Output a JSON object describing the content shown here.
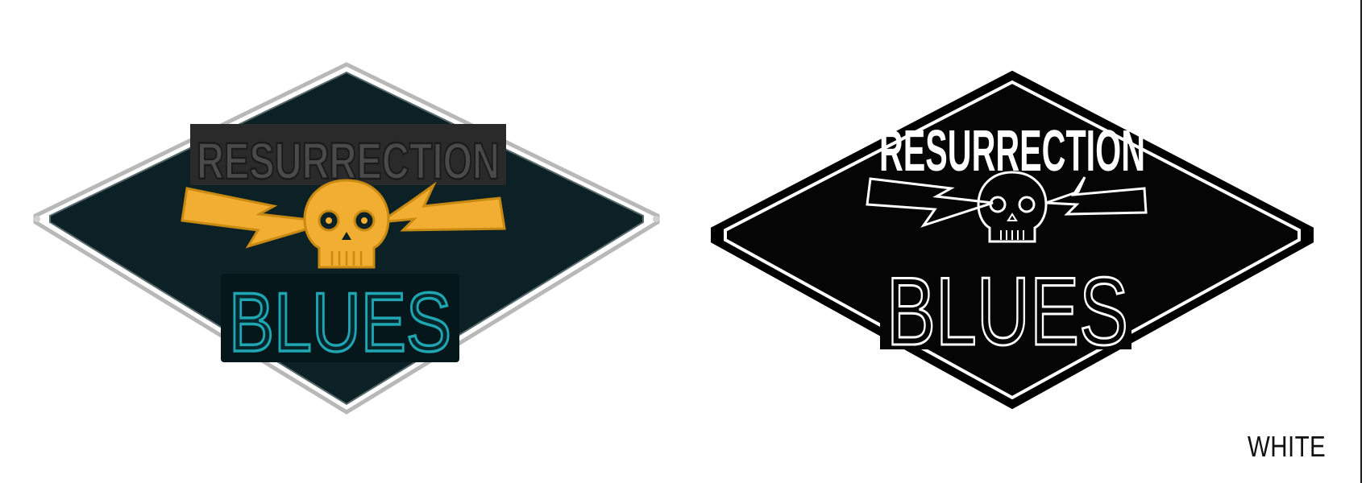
{
  "logos": [
    {
      "variant": "neon",
      "top_word": "RESURRECTION",
      "bottom_word": "BLUES",
      "colors": {
        "plate": "#0b2125",
        "plate_border": "#b8b8b8",
        "top_word_fill": "#4a4a4a",
        "top_word_shadow": "#1b1b1b",
        "accent": "#f2ae33",
        "accent_outline": "#c98a12",
        "bottom_word_tube": "#1fa6b3",
        "bottom_word_backing": "#06171b"
      },
      "icons": [
        "lightning-bolt-icon",
        "skull-icon",
        "lightning-bolt-icon"
      ]
    },
    {
      "variant": "white",
      "top_word": "RESURRECTION",
      "bottom_word": "BLUES",
      "colors": {
        "plate": "#050505",
        "plate_border": "#ffffff",
        "outer_line": "#000000",
        "lines": "#ffffff"
      },
      "icons": [
        "lightning-bolt-icon",
        "skull-icon",
        "lightning-bolt-icon"
      ]
    }
  ],
  "variant_label": "WHITE"
}
